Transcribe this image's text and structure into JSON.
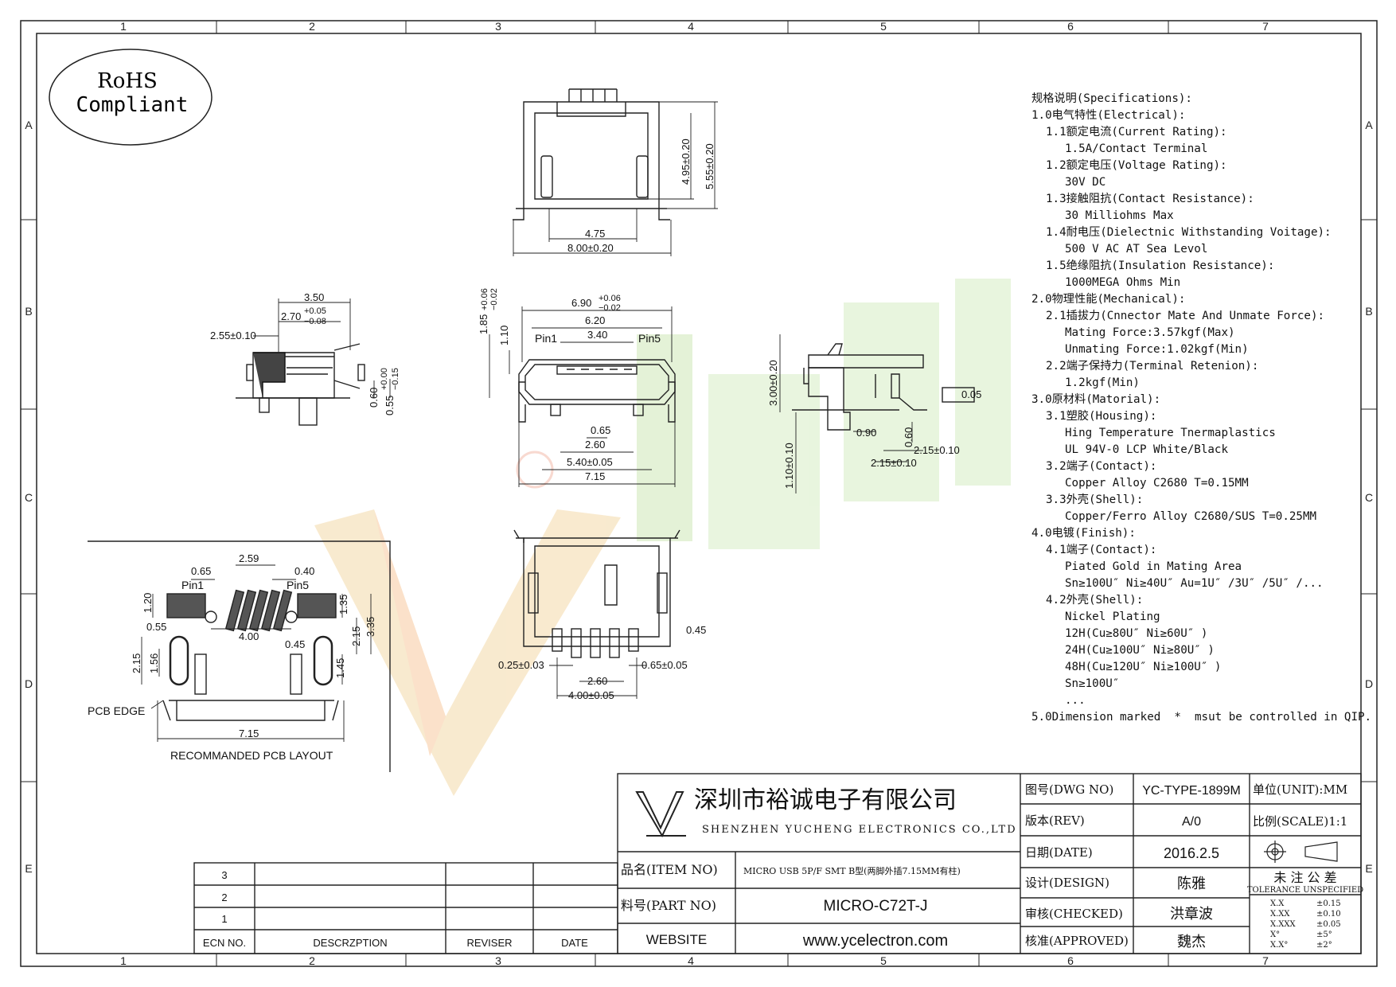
{
  "rohs": {
    "line1": "RoHS",
    "line2": "Compliant"
  },
  "grid": {
    "cols": [
      "1",
      "2",
      "3",
      "4",
      "5",
      "6",
      "7"
    ],
    "rows": [
      "A",
      "B",
      "C",
      "D",
      "E"
    ]
  },
  "dims": {
    "top": {
      "d1": "4.75",
      "d2": "8.00±0.20",
      "d3": "4.95±0.20",
      "d4": "5.55±0.20"
    },
    "side": {
      "d1": "3.50",
      "d2": "2.70",
      "d2tol_up": "+0.05",
      "d2tol_dn": "−0.08",
      "d3": "2.55±0.10",
      "d4": "0.60",
      "d5": "0.55",
      "d5tol_up": "+0.00",
      "d5tol_dn": "−0.15"
    },
    "front": {
      "w1": "6.90",
      "w1tol_up": "+0.06",
      "w1tol_dn": "−0.02",
      "w2": "6.20",
      "w3": "3.40",
      "pin1": "Pin1",
      "pin5": "Pin5",
      "h1": "1.85",
      "h1tol_up": "+0.06",
      "h1tol_dn": "−0.02",
      "h2": "1.10",
      "b1": "0.65",
      "b2": "2.60",
      "b3": "5.40±0.05",
      "b4": "7.15"
    },
    "right": {
      "h1": "3.00±0.20",
      "h2": "1.10±0.10",
      "d1": "0.90",
      "d2": "0.60",
      "d3": "2.15±0.10",
      "d4": "2.15±0.10",
      "flat": "0.05"
    },
    "bottom": {
      "d1": "0.45",
      "d2": "0.25±0.03",
      "d3": "0.65±0.05",
      "d4": "2.60",
      "d5": "4.00±0.05"
    },
    "pcb": {
      "d1": "2.59",
      "d2": "0.65",
      "d3": "0.40",
      "pin1": "Pin1",
      "pin5": "Pin5",
      "d4": "1.20",
      "d5": "0.55",
      "d6": "4.00",
      "d7": "0.45",
      "d8": "1.35",
      "d9": "2.15",
      "d10": "3.35",
      "d11": "2.15",
      "d12": "1.56",
      "d13": "1.45",
      "d14": "7.15",
      "edge": "PCB EDGE",
      "caption": "RECOMMANDED PCB LAYOUT"
    }
  },
  "specs": [
    {
      "lv": 1,
      "text": "规格说明(Specifications):"
    },
    {
      "lv": 1,
      "text": "1.0电气特性(Electrical):"
    },
    {
      "lv": 2,
      "text": "1.1额定电流(Current Rating):"
    },
    {
      "lv": 3,
      "text": "1.5A/Contact Terminal"
    },
    {
      "lv": 2,
      "text": "1.2额定电压(Voltage Rating):"
    },
    {
      "lv": 3,
      "text": "30V DC"
    },
    {
      "lv": 2,
      "text": "1.3接触阻抗(Contact Resistance):"
    },
    {
      "lv": 3,
      "text": "30 Milliohms Max"
    },
    {
      "lv": 2,
      "text": "1.4耐电压(Dielectnic Withstanding Voitage):"
    },
    {
      "lv": 3,
      "text": "500 V AC AT Sea Levol"
    },
    {
      "lv": 2,
      "text": "1.5绝缘阻抗(Insulation Resistance):"
    },
    {
      "lv": 3,
      "text": "1000MEGA Ohms Min"
    },
    {
      "lv": 1,
      "text": "2.0物理性能(Mechanical):"
    },
    {
      "lv": 2,
      "text": "2.1插拔力(Cnnector Mate And Unmate Force):"
    },
    {
      "lv": 3,
      "text": "Mating Force:3.57kgf(Max)"
    },
    {
      "lv": 3,
      "text": "Unmating Force:1.02kgf(Min)"
    },
    {
      "lv": 2,
      "text": "2.2端子保持力(Terminal Retenion):"
    },
    {
      "lv": 3,
      "text": "1.2kgf(Min)"
    },
    {
      "lv": 1,
      "text": "3.0原材料(Matorial):"
    },
    {
      "lv": 2,
      "text": "3.1塑胶(Housing):"
    },
    {
      "lv": 3,
      "text": "Hing Temperature Tnermaplastics"
    },
    {
      "lv": 3,
      "text": "UL 94V-0 LCP White/Black"
    },
    {
      "lv": 2,
      "text": "3.2端子(Contact):"
    },
    {
      "lv": 3,
      "text": "Copper Alloy C2680 T=0.15MM"
    },
    {
      "lv": 2,
      "text": "3.3外壳(Shell):"
    },
    {
      "lv": 3,
      "text": "Copper/Ferro Alloy C2680/SUS T=0.25MM"
    },
    {
      "lv": 1,
      "text": "4.0电镀(Finish):"
    },
    {
      "lv": 2,
      "text": "4.1端子(Contact):"
    },
    {
      "lv": 3,
      "text": "Piated Gold in Mating Area"
    },
    {
      "lv": 3,
      "text": "Sn≥100U″ Ni≥40U″ Au=1U″ /3U″ /5U″ /..."
    },
    {
      "lv": 2,
      "text": "4.2外壳(Shell):"
    },
    {
      "lv": 3,
      "text": "Nickel Plating"
    },
    {
      "lv": 3,
      "text": "12H(Cu≥80U″ Ni≥60U″ )"
    },
    {
      "lv": 3,
      "text": "24H(Cu≥100U″ Ni≥80U″ )"
    },
    {
      "lv": 3,
      "text": "48H(Cu≥120U″ Ni≥100U″ )"
    },
    {
      "lv": 3,
      "text": "Sn≥100U″"
    },
    {
      "lv": 3,
      "text": "..."
    },
    {
      "lv": 1,
      "text": "5.0Dimension marked  *  msut be controlled in QIP."
    }
  ],
  "title_block": {
    "company_cn": "深圳市裕诚电子有限公司",
    "company_en": "SHENZHEN YUCHENG ELECTRONICS CO.,LTD",
    "item_label": "品名(ITEM NO)",
    "item_value": "MICRO USB 5P/F SMT B型(两脚外插7.15MM有柱)",
    "part_label": "料号(PART NO)",
    "part_value": "MICRO-C72T-J",
    "website_label": "WEBSITE",
    "website_value": "www.ycelectron.com",
    "dwg_label": "图号(DWG NO)",
    "dwg_value": "YC-TYPE-1899M",
    "rev_label": "版本(REV)",
    "rev_value": "A/0",
    "date_label": "日期(DATE)",
    "date_value": "2016.2.5",
    "design_label": "设计(DESIGN)",
    "design_value": "陈雅",
    "checked_label": "审核(CHECKED)",
    "checked_value": "洪章波",
    "approved_label": "核准(APPROVED)",
    "approved_value": "魏杰",
    "unit_label": "单位(UNIT):MM",
    "scale_label": "比例(SCALE)1:1",
    "tol_title_cn": "未 注 公 差",
    "tol_title_en": "TOLERANCE UNSPECIFIED",
    "tolerances": [
      {
        "k": "X.X",
        "v": "±0.15"
      },
      {
        "k": "X.XX",
        "v": "±0.10"
      },
      {
        "k": "X.XXX",
        "v": "±0.05"
      },
      {
        "k": "X°",
        "v": "±5°"
      },
      {
        "k": "X.X°",
        "v": "±2°"
      }
    ]
  },
  "revision_block": {
    "headers": [
      "ECN NO.",
      "DESCRZPTION",
      "REVISER",
      "DATE"
    ],
    "rows": [
      "3",
      "2",
      "1"
    ]
  }
}
